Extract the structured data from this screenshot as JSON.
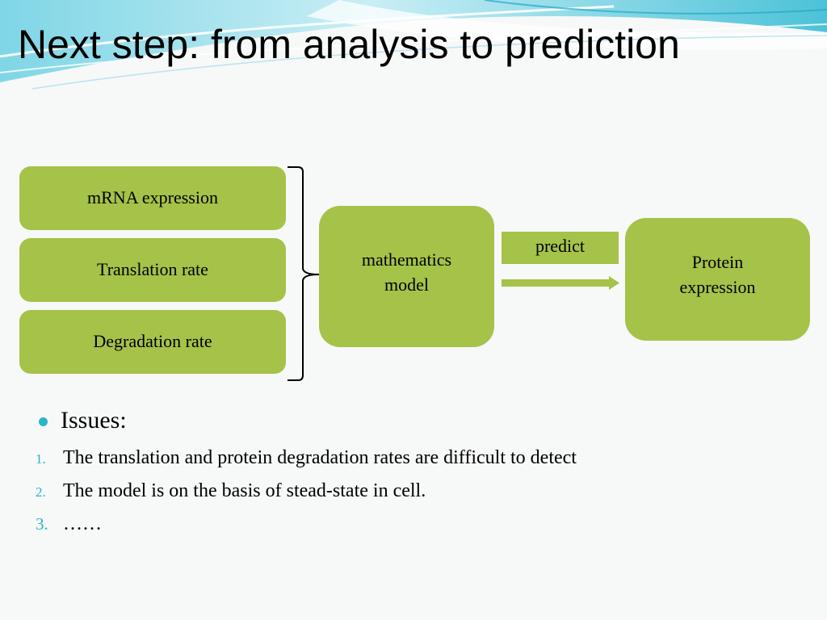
{
  "slide": {
    "title": "Next step: from analysis to prediction"
  },
  "diagram": {
    "inputs": [
      {
        "label": "mRNA expression"
      },
      {
        "label": "Translation rate"
      },
      {
        "label": "Degradation rate"
      }
    ],
    "model": {
      "line1": "mathematics",
      "line2": "model"
    },
    "edge_label": "predict",
    "output": {
      "line1": "Protein",
      "line2": "expression"
    }
  },
  "issues": {
    "heading": "Issues:",
    "items": [
      {
        "num": "1.",
        "text": "The translation and protein degradation rates are difficult to detect"
      },
      {
        "num": "2.",
        "text": "The model is on the basis of stead-state in cell."
      },
      {
        "num": "3.",
        "text": "……"
      }
    ]
  },
  "colors": {
    "node_fill": "#a5c249",
    "accent": "#2bb5c9",
    "text": "#000000",
    "background": "#f7f8f8"
  }
}
